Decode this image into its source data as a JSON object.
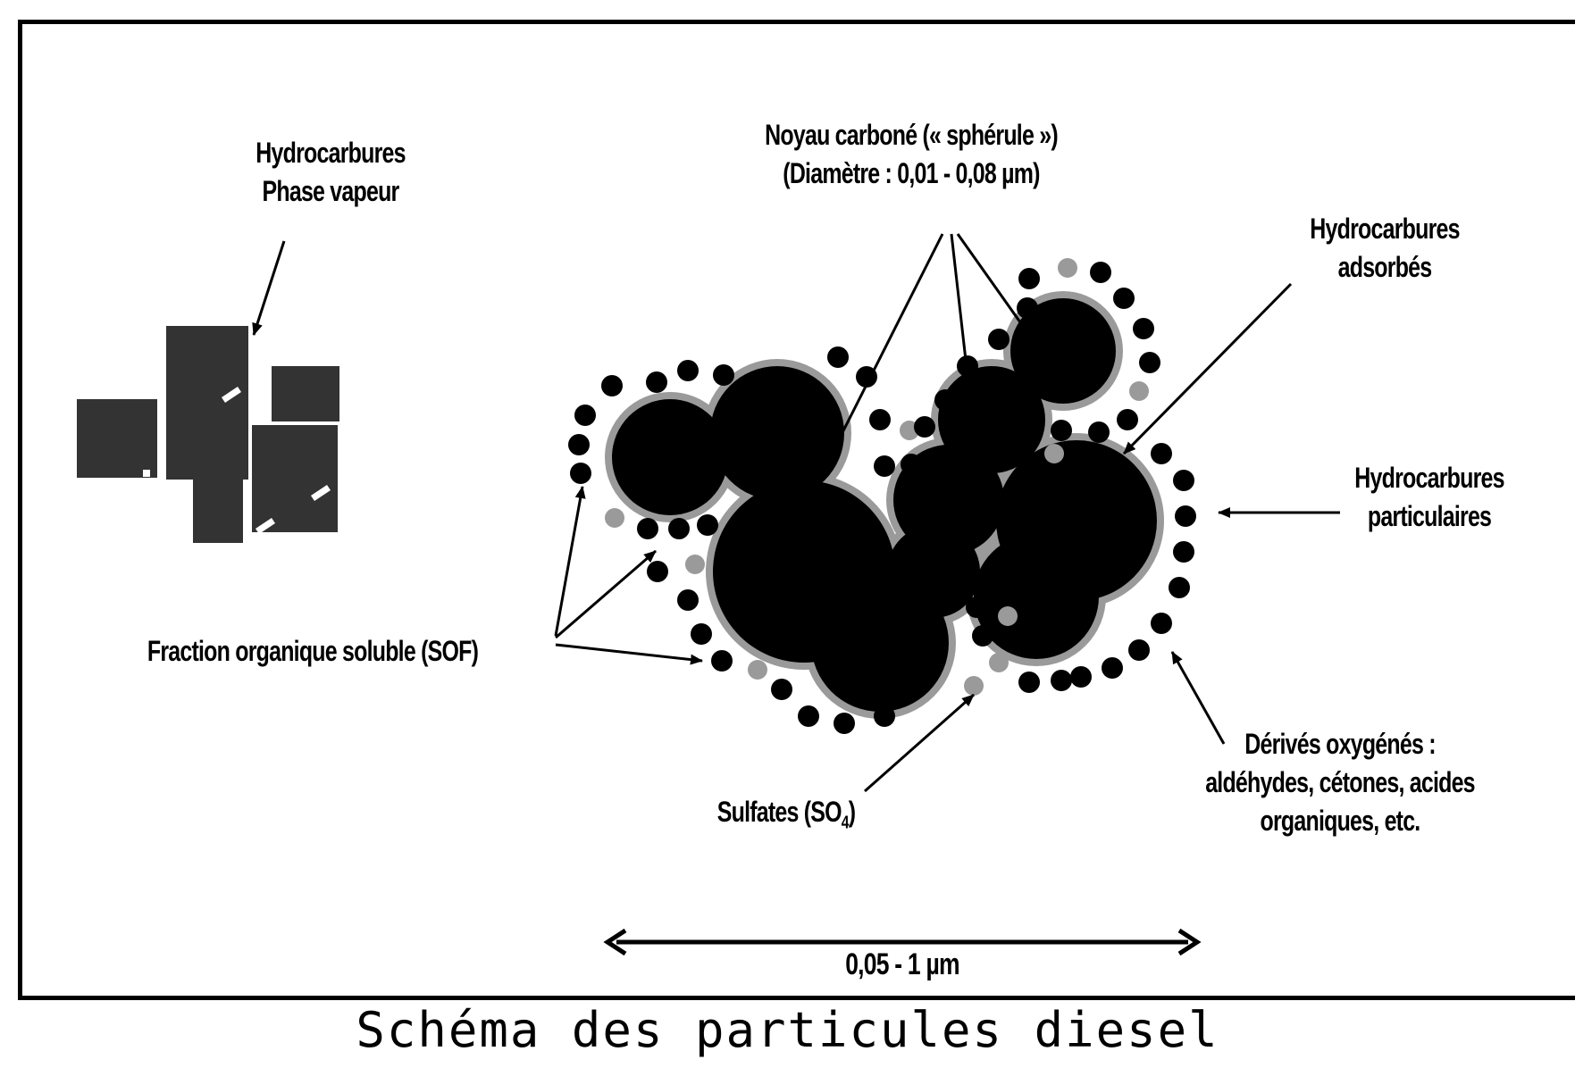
{
  "labels": {
    "vapour": [
      "Hydrocarbures",
      "Phase vapeur"
    ],
    "core": [
      "Noyau carboné (« sphérule »)",
      "(Diamètre : 0,01 - 0,08 µm)"
    ],
    "adsorbed": [
      "Hydrocarbures",
      "adsorbés"
    ],
    "particulate": [
      "Hydrocarbures",
      "particulaires"
    ],
    "sof": "Fraction organique soluble (SOF)",
    "sulfates_main": "Sulfates (SO",
    "sulfates_sub": "4",
    "sulfates_end": ")",
    "oxygenated": [
      "Dérivés oxygénés :",
      "aldéhydes, cétones, acides",
      "organiques, etc."
    ],
    "scale": "0,05 - 1 µm"
  },
  "caption": "Schéma des particules diesel",
  "colors": {
    "core": "#000000",
    "shell": "#9a9a9a",
    "vapour_square": "#333333",
    "sulfate_dot": "#9a9a9a",
    "sof_dot": "#000000"
  }
}
